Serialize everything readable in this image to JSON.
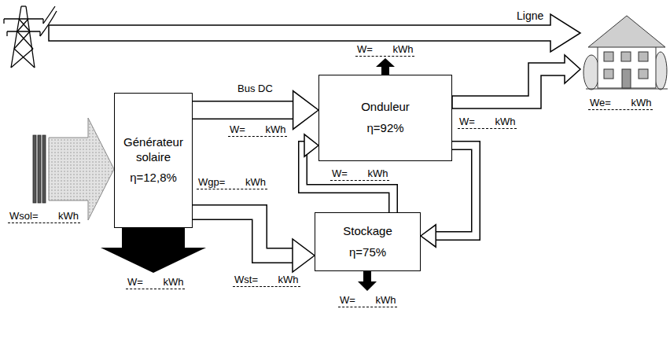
{
  "diagram": {
    "nodes": [
      {
        "text": [
          "Générateur solaire",
          "η=12,8%"
        ]
      },
      {
        "text": [
          "Onduleur",
          "η=92%"
        ]
      },
      {
        "text": [
          "Stockage",
          "η=75%"
        ]
      }
    ],
    "edges": [
      {
        "from": 0,
        "to": 1,
        "arrow": "to"
      },
      {
        "from": 0,
        "to": 2,
        "arrow": "to"
      },
      {
        "from": 2,
        "to": 1,
        "arrow": "to"
      },
      {
        "from": 1,
        "to": 2,
        "arrow": "to"
      }
    ],
    "labels": [
      "Ligne",
      "Bus DC",
      "W= kWh",
      "W= kWh",
      "W= kWh",
      "We= kWh",
      "Wsol= kWh",
      "Wgp= kWh",
      "W= kWh",
      "W= kWh",
      "Wst= kWh",
      "W= kWh"
    ]
  }
}
